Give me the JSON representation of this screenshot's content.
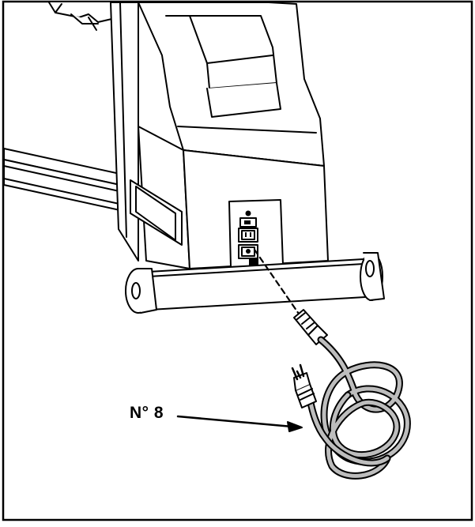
{
  "diagram": {
    "callout_label": "N° 8",
    "line_color": "#000000",
    "fill_color": "#ffffff",
    "shade_color": "#e6e6e6",
    "cord_color": "#bdbdbd",
    "icons": [
      "treadmill-frame",
      "power-outlet-icon",
      "plug-icon",
      "power-cord"
    ]
  }
}
